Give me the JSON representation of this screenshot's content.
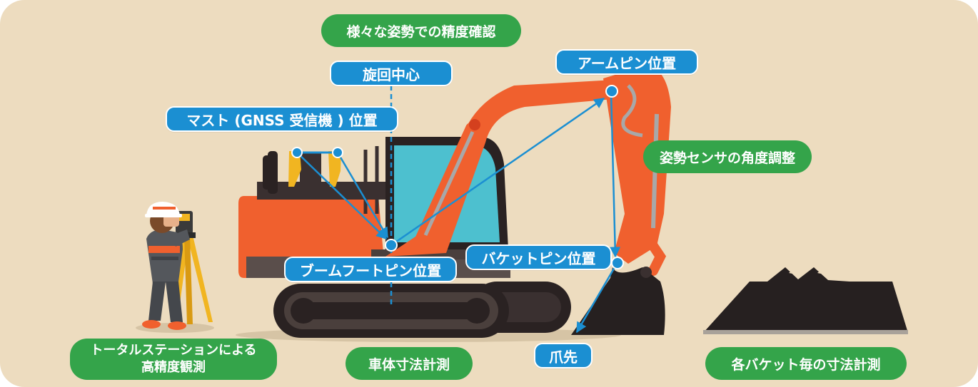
{
  "colors": {
    "background": "#eddcbf",
    "label_blue": "#1b8fd2",
    "label_green": "#34a44a",
    "excavator_orange": "#f0602e",
    "track_dark": "#3a2f2d",
    "cab_glass": "#4dc0cf"
  },
  "labels": {
    "various_posture": "様々な姿勢での精度確認",
    "swing_center": "旋回中心",
    "mast_position": "マスト (GNSS 受信機 ) 位置",
    "arm_pin": "アームピン位置",
    "sensor_angle": "姿勢センサの角度調整",
    "boom_foot_pin": "ブームフートピン位置",
    "bucket_pin": "バケットピン位置",
    "tooth_tip": "爪先",
    "total_station_line1": "トータルステーションによる",
    "total_station_line2": "高精度観測",
    "body_dimension": "車体寸法計測",
    "bucket_dimension": "各バケット毎の寸法計測"
  },
  "icons": {
    "surveyor": "surveyor-with-total-station-icon",
    "excavator": "hydraulic-excavator-icon",
    "bucket": "spare-bucket-icon"
  }
}
